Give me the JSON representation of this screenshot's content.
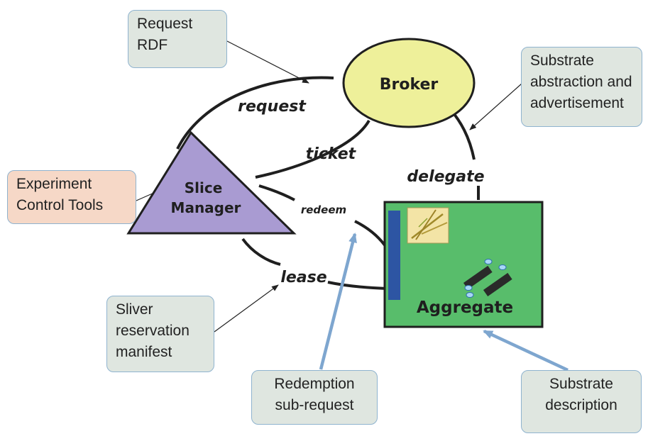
{
  "nodes": {
    "broker": "Broker",
    "slice_manager": [
      "Slice",
      "Manager"
    ],
    "aggregate": "Aggregate"
  },
  "edges": {
    "request": "request",
    "ticket": "ticket",
    "delegate": "delegate",
    "redeem": "redeem",
    "lease": "lease"
  },
  "callouts": {
    "request_rdf": [
      "Request",
      "RDF"
    ],
    "substrate_abstraction": [
      "Substrate",
      "abstraction and",
      "advertisement"
    ],
    "experiment_control": [
      "Experiment",
      "Control Tools"
    ],
    "sliver_reservation": [
      "Sliver",
      "reservation",
      "manifest"
    ],
    "redemption": [
      "Redemption",
      "sub-request"
    ],
    "substrate_description": [
      "Substrate",
      "description"
    ]
  },
  "colors": {
    "broker_fill": "#eef09a",
    "slice_manager_fill": "#a99bd2",
    "aggregate_fill": "#58bd6b",
    "callout_fill": "#dfe6e0",
    "experiment_fill": "#f6d8c7",
    "callout_border": "#8fb3cf",
    "blue_arrow": "#7ea6cf",
    "aggregate_bar": "#2d55a3"
  }
}
